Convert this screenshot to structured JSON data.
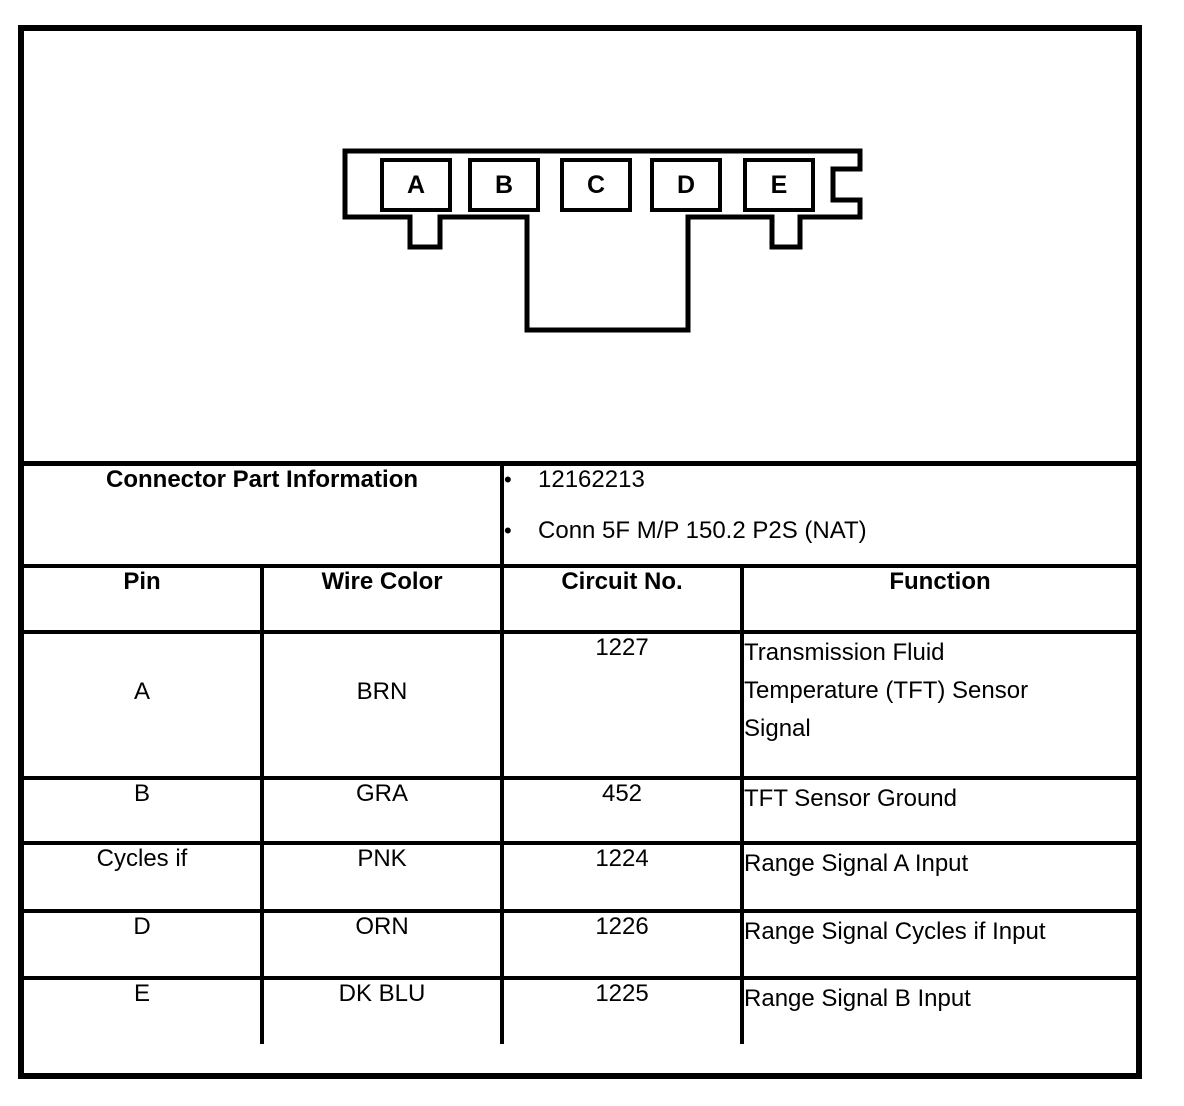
{
  "connector": {
    "pins": [
      {
        "label": "A"
      },
      {
        "label": "B"
      },
      {
        "label": "C"
      },
      {
        "label": "D"
      },
      {
        "label": "E"
      }
    ]
  },
  "part_info": {
    "title": "Connector Part Information",
    "bullet": "•",
    "items": [
      "12162213",
      "Conn 5F M/P 150.2 P2S (NAT)"
    ]
  },
  "table": {
    "headers": {
      "pin": "Pin",
      "wire_color": "Wire Color",
      "circuit_no": "Circuit No.",
      "function": "Function"
    },
    "rows": [
      {
        "pin": "A",
        "wire_color": "BRN",
        "circuit_no": "1227",
        "function": "Transmission Fluid\nTemperature (TFT) Sensor\nSignal"
      },
      {
        "pin": "B",
        "wire_color": "GRA",
        "circuit_no": "452",
        "function": "TFT Sensor Ground"
      },
      {
        "pin": "Cycles if",
        "wire_color": "PNK",
        "circuit_no": "1224",
        "function": "Range Signal A Input"
      },
      {
        "pin": "D",
        "wire_color": "ORN",
        "circuit_no": "1226",
        "function": "Range Signal Cycles if Input"
      },
      {
        "pin": "E",
        "wire_color": "DK BLU",
        "circuit_no": "1225",
        "function": "Range Signal B Input"
      }
    ]
  },
  "colors": {
    "ink": "#000000",
    "paper": "#ffffff"
  }
}
